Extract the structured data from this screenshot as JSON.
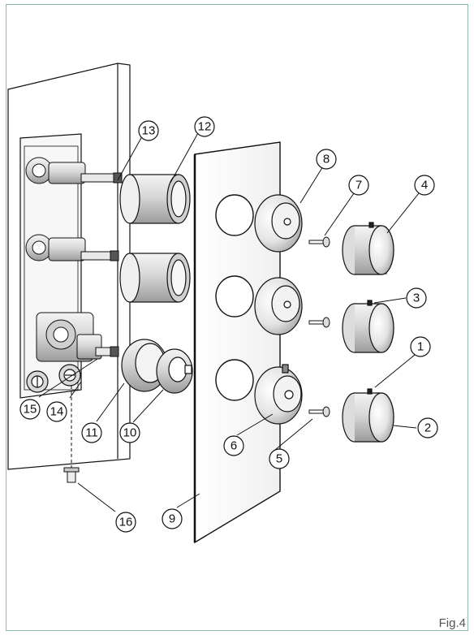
{
  "figure": {
    "label": "Fig.4"
  },
  "callouts": [
    "1",
    "2",
    "3",
    "4",
    "5",
    "6",
    "7",
    "8",
    "9",
    "10",
    "11",
    "12",
    "13",
    "14",
    "15",
    "16"
  ]
}
